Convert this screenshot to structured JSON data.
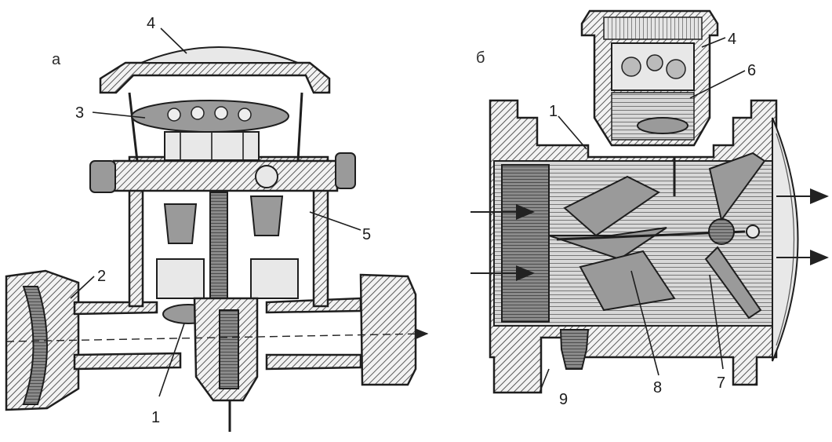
{
  "panels": {
    "a": {
      "label": "а"
    },
    "b": {
      "label": "б"
    }
  },
  "callouts_a": [
    "4",
    "3",
    "5",
    "2",
    "1"
  ],
  "callouts_b": [
    "4",
    "6",
    "1",
    "8",
    "7",
    "9"
  ]
}
